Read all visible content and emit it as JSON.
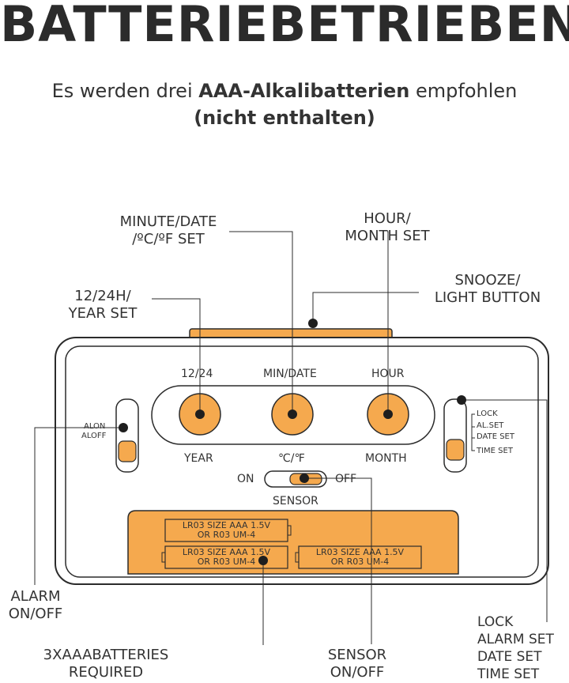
{
  "header": {
    "title": "BATTERIEBETRIEBEN",
    "subtitle_pre": "Es werden drei ",
    "subtitle_bold": "AAA-Alkalibatterien",
    "subtitle_post": " empfohlen",
    "subtitle_line2": "(nicht enthalten)"
  },
  "callouts": {
    "minute_date_l1": "MINUTE/DATE",
    "minute_date_l2": "/ºC/ºF SET",
    "hour_month_l1": "HOUR/",
    "hour_month_l2": "MONTH SET",
    "snooze_l1": "SNOOZE/",
    "snooze_l2": "LIGHT BUTTON",
    "year_set_l1": "12/24H/",
    "year_set_l2": "YEAR SET",
    "alarm_l1": "ALARM",
    "alarm_l2": "ON/OFF",
    "batteries_l1": "3XAAABATTERIES",
    "batteries_l2": "REQUIRED",
    "sensor_l1": "SENSOR",
    "sensor_l2": "ON/OFF",
    "lock_l1": "LOCK",
    "lock_l2": "ALARM SET",
    "lock_l3": "DATE SET",
    "lock_l4": "TIME SET"
  },
  "device": {
    "btn_top_1": "12/24",
    "btn_top_2": "MIN/DATE",
    "btn_top_3": "HOUR",
    "btn_bottom_1": "YEAR",
    "btn_bottom_2": "℃/℉",
    "btn_bottom_3": "MONTH",
    "alarm_on": "ALON",
    "alarm_off": "ALOFF",
    "mode_lock": "LOCK",
    "mode_al_set": "AL.SET",
    "mode_date_set": "DATE SET",
    "mode_time_set": "TIME SET",
    "sensor_on": "ON",
    "sensor_off": "OFF",
    "sensor_label": "SENSOR",
    "battery_line1": "LR03 SIZE AAA 1.5V",
    "battery_line2": "OR R03 UM-4"
  },
  "colors": {
    "accent": "#F5A94E",
    "outline": "#2B2B2B"
  }
}
